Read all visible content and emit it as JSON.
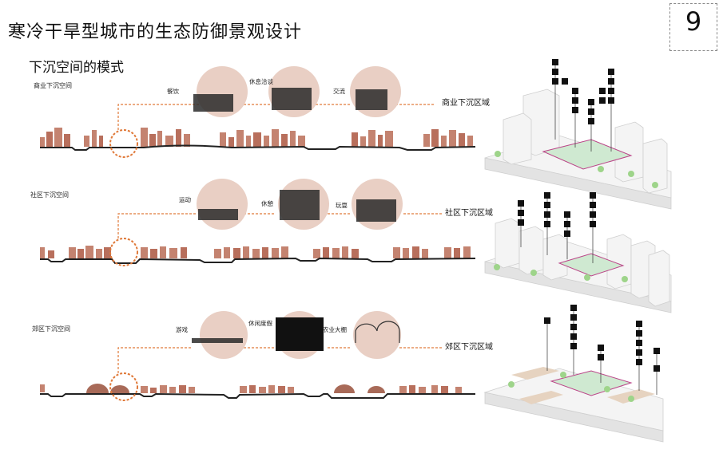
{
  "header": {
    "title": "寒冷干旱型城市的生态防御景观设计",
    "page_number": "9"
  },
  "section_title": "下沉空间的模式",
  "rows": [
    {
      "label": "商业下沉空间",
      "zone_label": "商业下沉区域",
      "activities": [
        "餐饮",
        "休息洽谈",
        "交流"
      ]
    },
    {
      "label": "社区下沉空间",
      "zone_label": "社区下沉区域",
      "activities": [
        "运动",
        "休憩",
        "玩耍"
      ]
    },
    {
      "label": "郊区下沉空间",
      "zone_label": "郊区下沉区域",
      "activities": [
        "游戏",
        "休闲度假",
        "农业大棚"
      ]
    }
  ],
  "colors": {
    "building": "#c48370",
    "accent": "#e07a3a",
    "bubble": "#e9cfc4",
    "tree": "#9ed48a"
  }
}
